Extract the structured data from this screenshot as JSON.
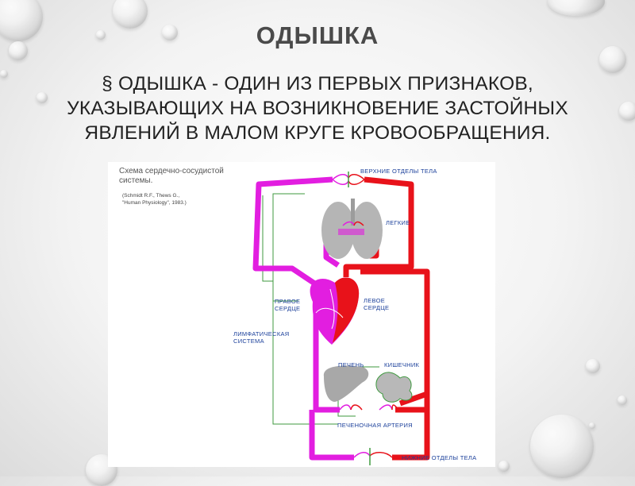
{
  "slide": {
    "title": "ОДЫШКА",
    "bullet_marker": "§",
    "body_line1": "ОДЫШКА - ОДИН ИЗ ПЕРВЫХ ПРИЗНАКОВ,",
    "body_line2": "УКАЗЫВАЮЩИХ НА ВОЗНИКНОВЕНИЕ ЗАСТОЙНЫХ",
    "body_line3": "ЯВЛЕНИЙ В МАЛОМ КРУГЕ КРОВООБРАЩЕНИЯ."
  },
  "figure": {
    "caption_line1": "Схема сердечно-сосудистой",
    "caption_line2": "системы.",
    "source_line1": "(Schmidt R.F., Thews G.,",
    "source_line2": "\"Human Physiology\", 1983.)",
    "labels": {
      "upper_body": "ВЕРХНИЕ ОТДЕЛЫ ТЕЛА",
      "lungs": "ЛЕГКИЕ",
      "right_heart_1": "ПРАВОЕ",
      "right_heart_2": "СЕРДЦЕ",
      "left_heart_1": "ЛЕВОЕ",
      "left_heart_2": "СЕРДЦЕ",
      "lymph_1": "ЛИМФАТИЧЕСКАЯ",
      "lymph_2": "СИСТЕМА",
      "liver": "ПЕЧЕНЬ",
      "intestine": "КИШЕЧНИК",
      "hepatic_artery": "ПЕЧЕНОЧНАЯ АРТЕРИЯ",
      "lower_body": "НИЖНИЕ ОТДЕЛЫ ТЕЛА"
    },
    "colors": {
      "arterial": "#e8121a",
      "venous": "#e21ee0",
      "lymph": "#3f9a3f",
      "label": "#1a3f9a"
    }
  }
}
